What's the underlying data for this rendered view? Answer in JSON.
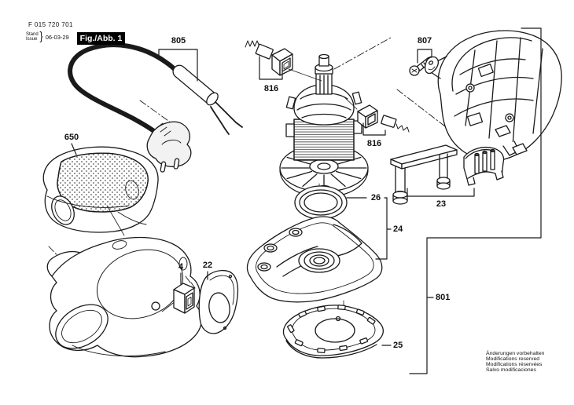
{
  "header": {
    "document_number": "F 015 720 701",
    "stand_label": "Stand",
    "issue_label": "Issue",
    "brace": "}",
    "date": "06-03-29",
    "figure_label": "Fig./Abb. 1"
  },
  "labels": {
    "cable": "805",
    "brush_upper": "816",
    "brush_right": "816",
    "screw_set": "807",
    "dust_box": "650",
    "seal_ring": "26",
    "backing_plate": "24",
    "support_frame": "23",
    "switch": "4",
    "cover_plate": "22",
    "sanding_pad": "25",
    "housing_set": "801"
  },
  "footer": {
    "lines": [
      "Änderungen vorbehalten",
      "Modifications reserved",
      "Modifications réservées",
      "Salvo modificaciones"
    ]
  },
  "colors": {
    "background": "#ffffff",
    "line": "#1a1a1a",
    "figure_box": "#000000",
    "figure_text": "#ffffff"
  }
}
